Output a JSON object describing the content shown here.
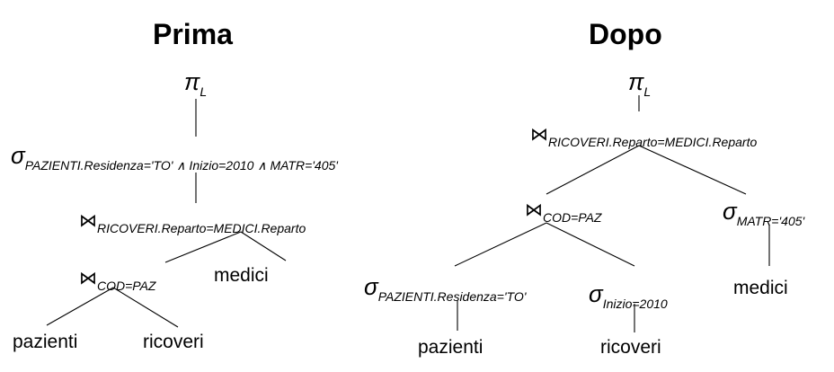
{
  "before": {
    "title": "Prima",
    "projection": {
      "symbol": "π",
      "sub": "L"
    },
    "selection": {
      "symbol": "σ",
      "sub": "PAZIENTI.Residenza='TO' ∧ Inizio=2010 ∧ MATR='405'"
    },
    "join_top": {
      "symbol": "⋈",
      "sub": "RICOVERI.Reparto=MEDICI.Reparto"
    },
    "join_inner": {
      "symbol": "⋈",
      "sub": "COD=PAZ"
    },
    "leaves": {
      "medici": "medici",
      "pazienti": "pazienti",
      "ricoveri": "ricoveri"
    }
  },
  "after": {
    "title": "Dopo",
    "projection": {
      "symbol": "π",
      "sub": "L"
    },
    "join_top": {
      "symbol": "⋈",
      "sub": "RICOVERI.Reparto=MEDICI.Reparto"
    },
    "join_inner": {
      "symbol": "⋈",
      "sub": "COD=PAZ"
    },
    "select_matr": {
      "symbol": "σ",
      "sub": "MATR='405'"
    },
    "select_residenza": {
      "symbol": "σ",
      "sub": "PAZIENTI.Residenza='TO'"
    },
    "select_inizio": {
      "symbol": "σ",
      "sub": "Inizio=2010"
    },
    "leaves": {
      "pazienti": "pazienti",
      "ricoveri": "ricoveri",
      "medici": "medici"
    }
  }
}
